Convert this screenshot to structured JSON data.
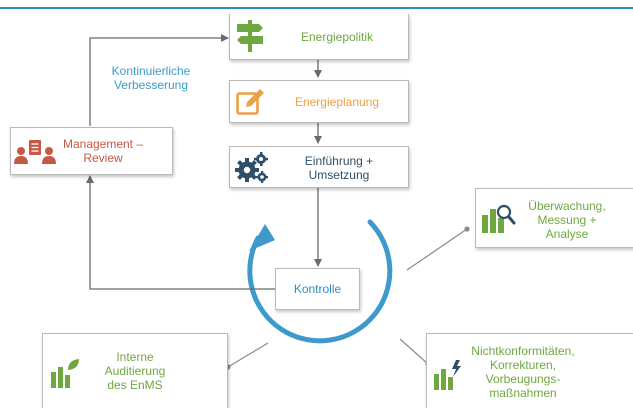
{
  "nodes": {
    "energiepolitik": "Energiepolitik",
    "energieplanung": "Energieplanung",
    "einfuehrung": "Einführung +\nUmsetzung",
    "kontrolle": "Kontrolle",
    "management": "Management –\nReview",
    "ueberwachung": "Überwachung,\nMessung +\nAnalyse",
    "audit": "Interne\nAuditierung\ndes EnMS",
    "nichtkonform": "Nichtkonformitäten,\nKorrekturen,\nVorbeugungs-\nmaßnahmen"
  },
  "annotation": "Kontinuierliche\nVerbesserung",
  "colors": {
    "accent": "#2e8fbd",
    "green": "#6fa841",
    "orange": "#e9a247",
    "red": "#c55a44",
    "arrow": "#6a6a6a",
    "cycle": "#3d9acb"
  },
  "icons": {
    "energiepolitik": "signpost-icon",
    "energieplanung": "pencil-edit-icon",
    "einfuehrung": "gears-icon",
    "management": "meeting-people-icon",
    "ueberwachung": "chart-magnifier-icon",
    "audit": "chart-leaf-icon",
    "nichtkonform": "chart-lightning-icon"
  }
}
